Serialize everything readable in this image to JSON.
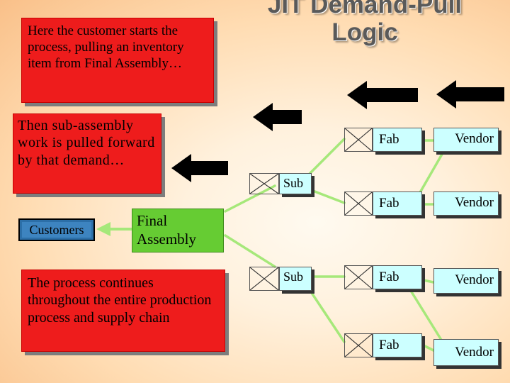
{
  "title": {
    "line1": "JIT Demand-Pull",
    "line2": "Logic"
  },
  "notes": {
    "customer_starts": "Here the customer starts the process, pulling an inventory item from Final Assembly…",
    "subassembly_pulled": "Then sub-assembly work is pulled forward by that demand…",
    "process_continues": "The process continues throughout the entire production process and supply chain"
  },
  "nodes": {
    "customers": "Customers",
    "final_assembly": "Final Assembly",
    "sub_1": "Sub",
    "sub_2": "Sub",
    "fab_1": "Fab",
    "fab_2": "Fab",
    "fab_3": "Fab",
    "fab_4": "Fab",
    "vendor_1": "Vendor",
    "vendor_2": "Vendor",
    "vendor_3": "Vendor",
    "vendor_4": "Vendor"
  },
  "colors": {
    "note_red": "#ee1c1c",
    "node_cyan": "#ccffff",
    "final_assembly_green": "#66cc33",
    "connector_green": "#a6e87a",
    "customers_blue": "#3d84c0",
    "arrow_black": "#000000"
  }
}
